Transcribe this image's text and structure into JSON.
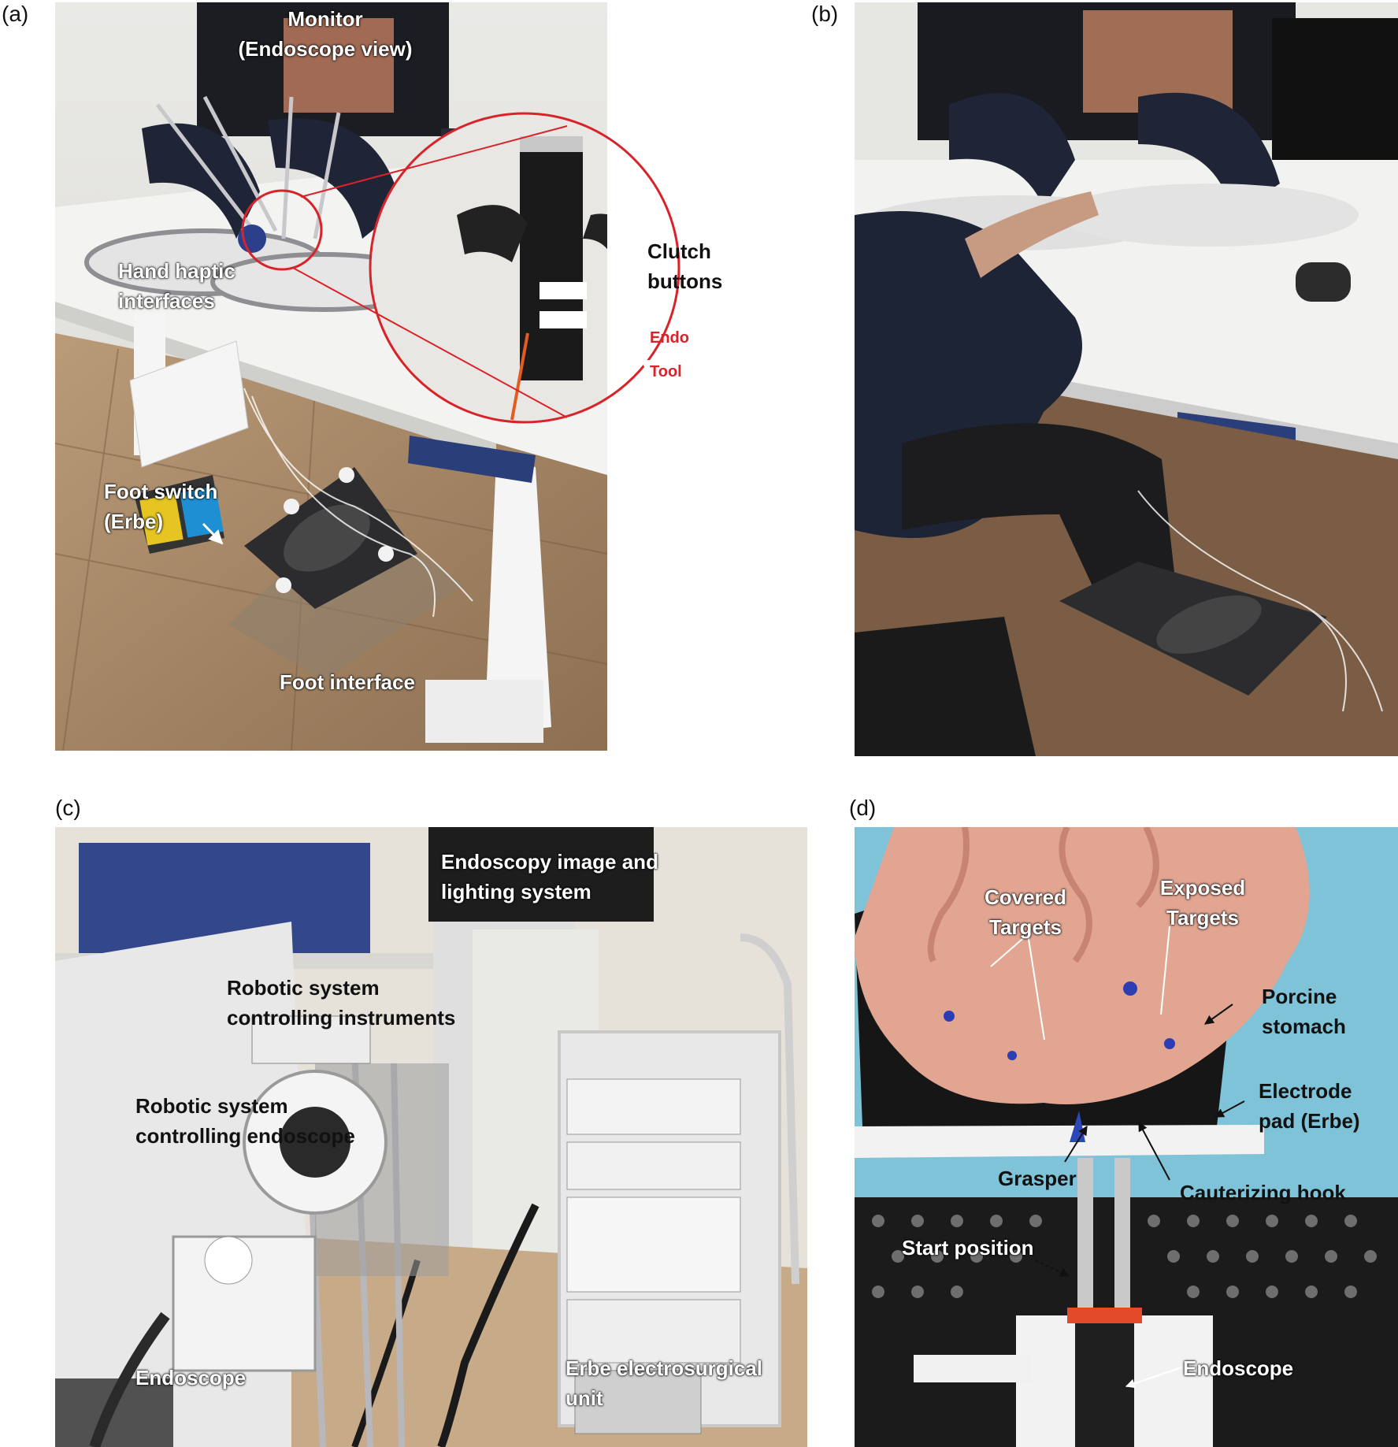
{
  "panels": {
    "a": {
      "label": "(a)",
      "annotations": {
        "monitor": "Monitor\n(Endoscope view)",
        "hand_haptic": "Hand haptic\ninterfaces",
        "clutch": "Clutch\nbuttons",
        "endo_tag": "Endo",
        "tool_tag": "Tool",
        "foot_switch": "Foot switch\n(Erbe)",
        "foot_interface": "Foot interface"
      }
    },
    "b": {
      "label": "(b)"
    },
    "c": {
      "label": "(c)",
      "annotations": {
        "endoscopy_system": "Endoscopy image and\nlighting system",
        "robot_instruments": "Robotic system\ncontrolling instruments",
        "robot_endoscope": "Robotic system\ncontrolling endoscope",
        "endoscope": "Endoscope",
        "erbe_unit": "Erbe electrosurgical\nunit"
      }
    },
    "d": {
      "label": "(d)",
      "annotations": {
        "covered": "Covered\nTargets",
        "exposed": "Exposed\nTargets",
        "porcine": "Porcine\nstomach",
        "electrode": "Electrode\npad (Erbe)",
        "grasper": "Grasper",
        "hook": "Cauterizing hook",
        "start": "Start position",
        "endoscope": "Endoscope"
      }
    }
  },
  "colors": {
    "red_callout": "#d8232a",
    "white_text": "#ffffff",
    "dark_text": "#111111"
  }
}
